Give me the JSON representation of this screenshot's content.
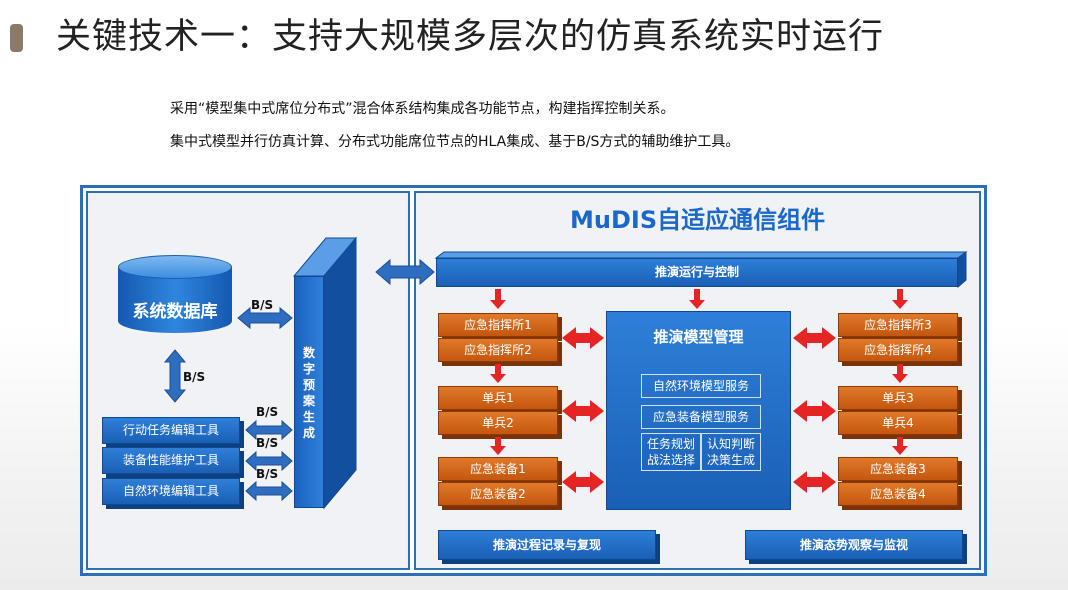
{
  "title": "关键技术一：支持大规模多层次的仿真系统实时运行",
  "intro": [
    "采用“模型集中式席位分布式”混合体系结构集成各功能节点，构建指挥控制关系。",
    "集中式模型并行仿真计算、分布式功能席位节点的HLA集成、基于B/S方式的辅助维护工具。"
  ],
  "left": {
    "database": "系统数据库",
    "tools": [
      "行动任务编辑工具",
      "装备性能维护工具",
      "自然环境编辑工具"
    ],
    "bs": "B/S",
    "board": "数字预案生成"
  },
  "right": {
    "heading": "MuDIS自适应通信组件",
    "top_bar": "推演运行与控制",
    "left_nodes": [
      "应急指挥所1",
      "应急指挥所2",
      "单兵1",
      "单兵2",
      "应急装备1",
      "应急装备2"
    ],
    "right_nodes": [
      "应急指挥所3",
      "应急指挥所4",
      "单兵3",
      "单兵4",
      "应急装备3",
      "应急装备4"
    ],
    "center": {
      "title": "推演模型管理",
      "services": [
        "自然环境模型服务",
        "应急装备模型服务"
      ],
      "split_left": [
        "任务规划",
        "战法选择"
      ],
      "split_right": [
        "认知判断",
        "决策生成"
      ]
    },
    "bottom_left": "推演过程记录与复现",
    "bottom_right": "推演态势观察与监视"
  },
  "colors": {
    "blue": "#1a5fb6",
    "orange": "#c4560e",
    "red_arrow": "#e52424",
    "frame": "#2d6fb6"
  }
}
